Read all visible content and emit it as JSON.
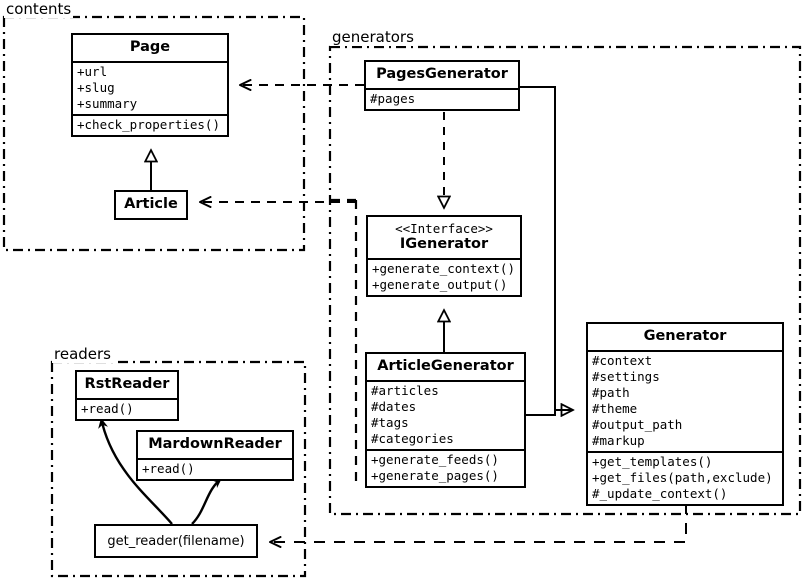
{
  "diagram": {
    "title": "Pelican static site generator class diagram",
    "type": "uml-class-diagram",
    "background": "#ffffff",
    "stroke": "#000000"
  },
  "packages": [
    {
      "id": "contents",
      "label": "contents"
    },
    {
      "id": "generators",
      "label": "generators"
    },
    {
      "id": "readers",
      "label": "readers"
    }
  ],
  "classes": {
    "page": {
      "name": "Page",
      "attributes": [
        "+url",
        "+slug",
        "+summary"
      ],
      "operations": [
        "+check_properties()"
      ]
    },
    "article": {
      "name": "Article",
      "attributes": [],
      "operations": []
    },
    "pages_generator": {
      "name": "PagesGenerator",
      "attributes": [
        "#pages"
      ],
      "operations": []
    },
    "igenerator": {
      "stereotype": "<<Interface>>",
      "name": "IGenerator",
      "attributes": [],
      "operations": [
        "+generate_context()",
        "+generate_output()"
      ]
    },
    "article_generator": {
      "name": "ArticleGenerator",
      "attributes": [
        "#articles",
        "#dates",
        "#tags",
        "#categories"
      ],
      "operations": [
        "+generate_feeds()",
        "+generate_pages()"
      ]
    },
    "generator": {
      "name": "Generator",
      "attributes": [
        "#context",
        "#settings",
        "#path",
        "#theme",
        "#output_path",
        "#markup"
      ],
      "operations": [
        "+get_templates()",
        "+get_files(path,exclude)",
        "#_update_context()"
      ]
    },
    "rst_reader": {
      "name": "RstReader",
      "attributes": [],
      "operations": [
        "+read()"
      ]
    },
    "markdown_reader": {
      "name": "MardownReader",
      "attributes": [],
      "operations": [
        "+read()"
      ]
    },
    "get_reader": {
      "name": "get_reader(filename)"
    }
  },
  "relations": [
    {
      "from": "article",
      "to": "page",
      "type": "generalization"
    },
    {
      "from": "pages_generator",
      "to": "igenerator",
      "type": "realization"
    },
    {
      "from": "article_generator",
      "to": "igenerator",
      "type": "generalization"
    },
    {
      "from": "pages_generator",
      "to": "generator",
      "type": "generalization"
    },
    {
      "from": "article_generator",
      "to": "generator",
      "type": "generalization"
    },
    {
      "from": "pages_generator",
      "to": "page",
      "type": "dependency"
    },
    {
      "from": "article_generator",
      "to": "article",
      "type": "dependency"
    },
    {
      "from": "generator",
      "to": "get_reader",
      "type": "dependency"
    },
    {
      "from": "get_reader",
      "to": "rst_reader",
      "type": "call"
    },
    {
      "from": "get_reader",
      "to": "markdown_reader",
      "type": "call"
    }
  ]
}
